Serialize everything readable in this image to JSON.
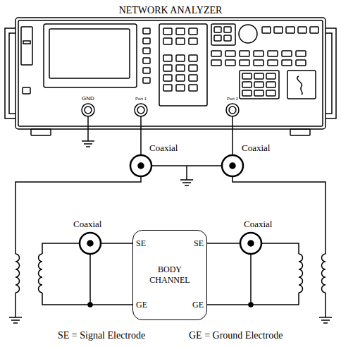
{
  "diagram": {
    "nodes": [
      {
        "text": [
          "NETWORK ANALYZER"
        ]
      },
      {
        "text": [
          "BODY CHANNEL"
        ]
      }
    ],
    "labels": [
      "GND",
      "Port 1",
      "Port 2",
      "Coaxial",
      "Coaxial",
      "Coaxial",
      "Coaxial",
      "SE",
      "SE",
      "GE",
      "GE",
      "SE = Signal Electrode",
      "GE = Ground Electrode"
    ]
  }
}
